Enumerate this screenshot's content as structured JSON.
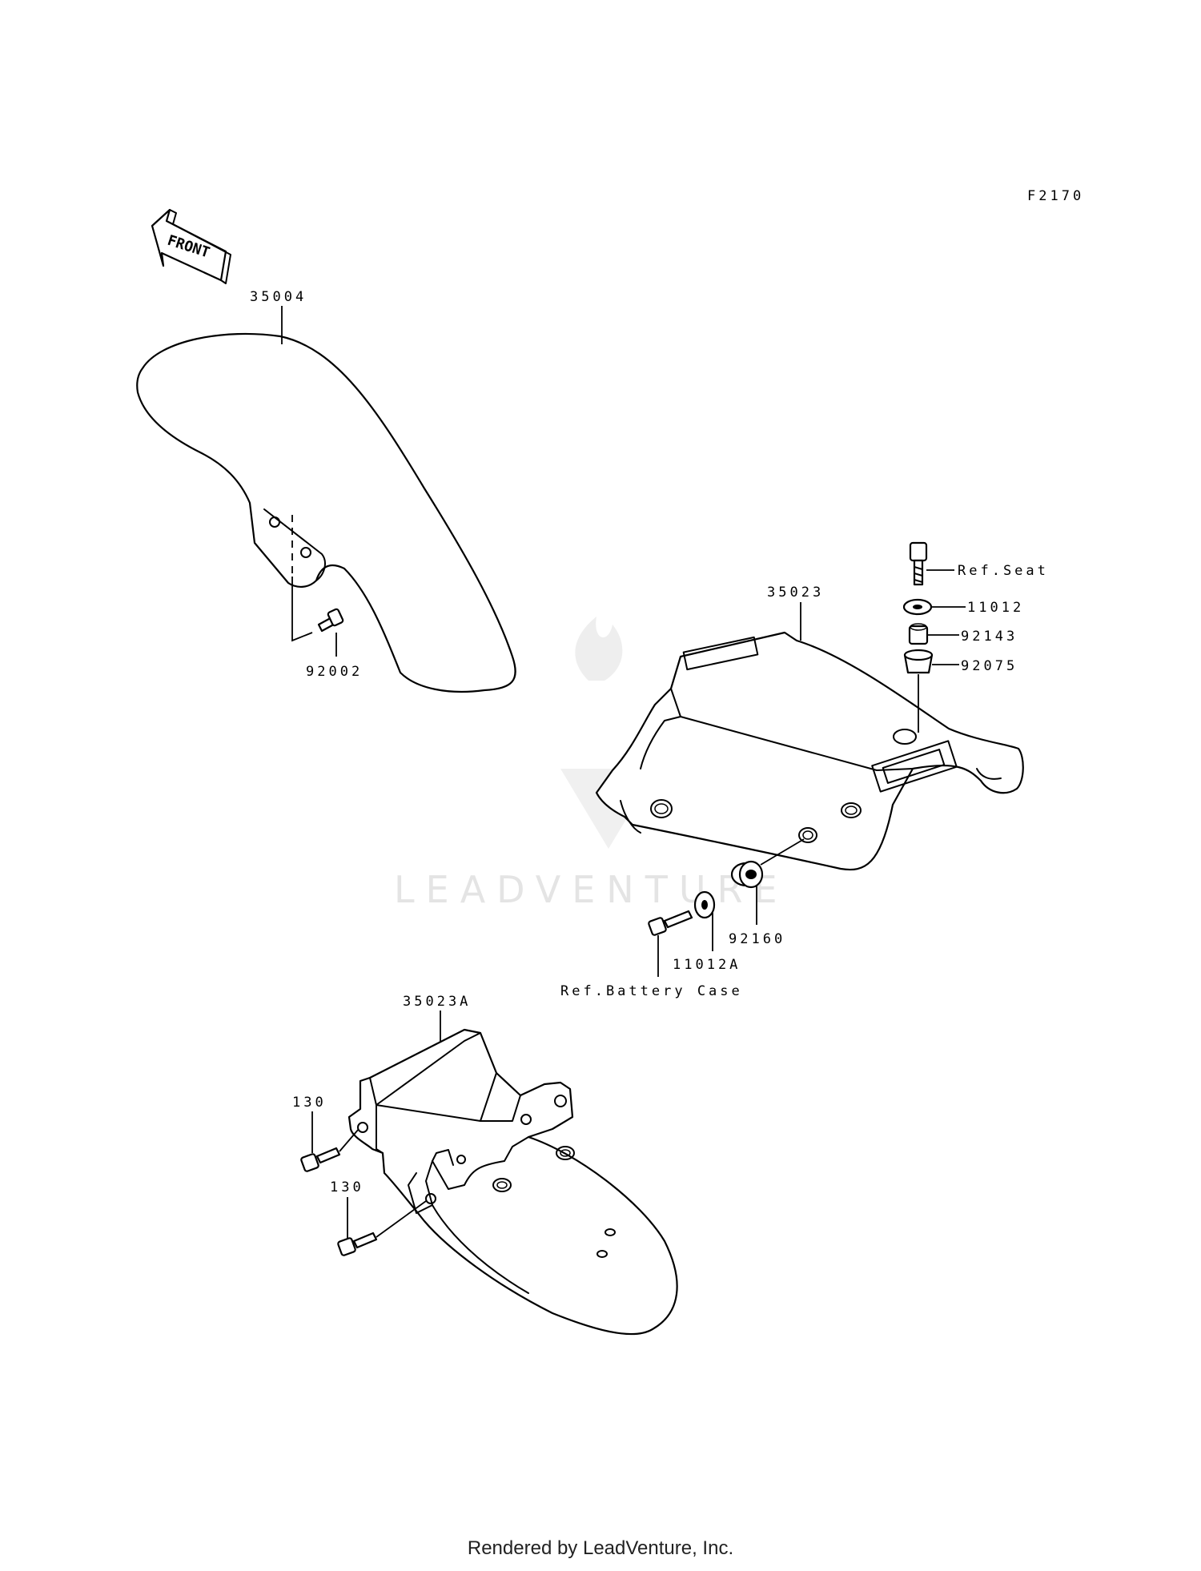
{
  "diagram_code": "F2170",
  "front_arrow_label": "FRONT",
  "watermark": "LEADVENTURE",
  "labels": {
    "front_fender": "35004",
    "front_fender_bolt": "92002",
    "rear_fender_upper": "35023",
    "ref_seat": "Ref.Seat",
    "washer_top": "11012",
    "collar": "92143",
    "damper": "92075",
    "grommet": "92160",
    "washer_side": "11012A",
    "ref_battery_case": "Ref.Battery Case",
    "rear_fender_lower": "35023A",
    "bolt_upper": "130",
    "bolt_lower": "130"
  },
  "footer": "Rendered by LeadVenture, Inc."
}
